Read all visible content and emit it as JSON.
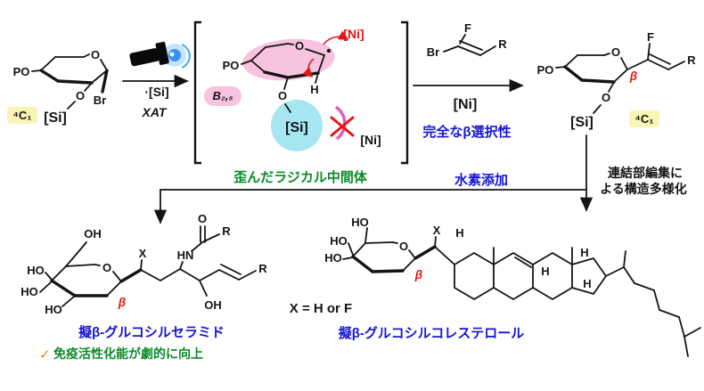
{
  "colors": {
    "red": "#e51515",
    "blue": "#1515d2",
    "green": "#0a8a28",
    "orange": "#f08c00",
    "pink_highlight": "#f8c3e0",
    "cyan_highlight": "#a6e6f2",
    "yellow_highlight": "#fbf5b5",
    "magenta": "#e05cc0",
    "glow_blue": "#2e86f0",
    "ink": "#141414"
  },
  "reactant": {
    "po": "PO",
    "ring_o": "O",
    "link_o": "O",
    "br": "Br",
    "si": "[Si]",
    "conformation": "⁴C₁"
  },
  "activation": {
    "si_radical": "·[Si]",
    "xat": "XAT"
  },
  "intermediate": {
    "badge": "B₂,₅",
    "po": "PO",
    "ring_o": "O",
    "ni_top": "[Ni]",
    "h": "H",
    "link_o": "O",
    "si": "[Si]",
    "ni_blocked": "[Ni]",
    "caption": "歪んだラジカル中間体"
  },
  "coupling": {
    "f": "F",
    "br": "Br",
    "r": "R",
    "ni": "[Ni]",
    "selectivity": "完全なβ選択性"
  },
  "product": {
    "po": "PO",
    "ring_o": "O",
    "beta": "β",
    "f": "F",
    "r": "R",
    "link_o": "O",
    "si": "[Si]",
    "conformation": "⁴C₁"
  },
  "branches": {
    "hydrogenation": "水素添加",
    "diversification_1": "連結部編集に",
    "diversification_2": "よる構造多様化"
  },
  "ceramide": {
    "oh_top": "OH",
    "ho_1": "HO",
    "ho_2": "HO",
    "ho_3": "HO",
    "ring_o": "O",
    "beta": "β",
    "x": "X",
    "hn": "HN",
    "carbonyl_o": "O",
    "acyl_r": "R",
    "chain_oh": "OH",
    "chain_r": "R",
    "name": "擬β-グルコシルセラミド",
    "check": "✓",
    "note": "免疫活性化能が劇的に向上"
  },
  "x_definition": "X = H or F",
  "cholesterol": {
    "ho_top": "HO",
    "ho_1": "HO",
    "ho_2": "HO",
    "ring_o": "O",
    "beta": "β",
    "x": "X",
    "h_1": "H",
    "h_2": "H",
    "h_3": "H",
    "h_4": "H",
    "name": "擬β-グルコシルコレステロール"
  }
}
